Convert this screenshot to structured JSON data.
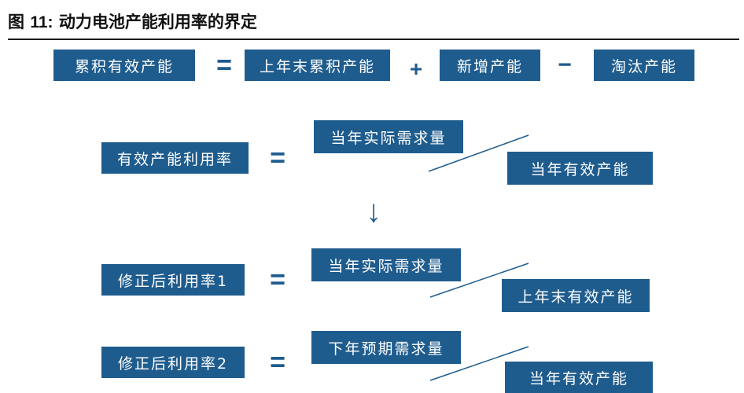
{
  "title": {
    "prefix": "图",
    "number": "11:",
    "text": "动力电池产能利用率的界定"
  },
  "row1": {
    "lhs": "累积有效产能",
    "eq": "=",
    "term1": "上年末累积产能",
    "plus": "+",
    "term2": "新增产能",
    "minus": "−",
    "term3": "淘汰产能"
  },
  "row2": {
    "lhs": "有效产能利用率",
    "eq": "=",
    "numerator": "当年实际需求量",
    "denominator": "当年有效产能"
  },
  "arrow": "↓",
  "row3": {
    "lhs": "修正后利用率1",
    "eq": "=",
    "numerator": "当年实际需求量",
    "denominator": "上年末有效产能"
  },
  "row4": {
    "lhs": "修正后利用率2",
    "eq": "=",
    "numerator": "下年预期需求量",
    "denominator": "当年有效产能"
  },
  "colors": {
    "box": "#1f5c8e",
    "text": "#ffffff",
    "line": "#1f5c8e"
  }
}
